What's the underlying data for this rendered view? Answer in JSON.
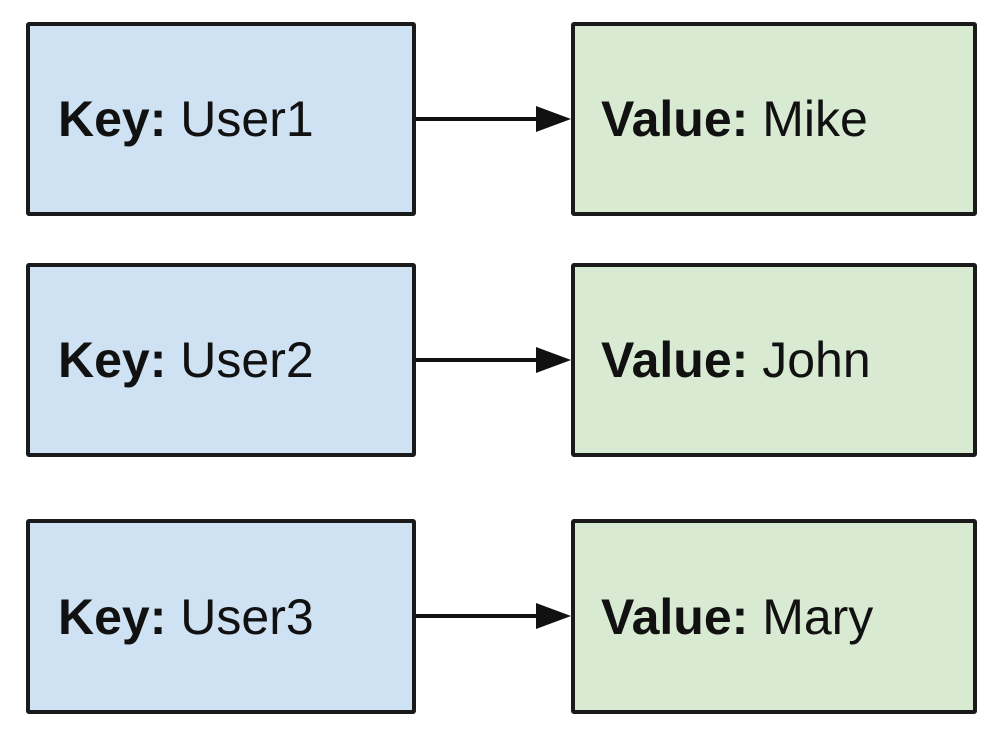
{
  "colors": {
    "key_fill": "#cfe2f3",
    "value_fill": "#d9ead3",
    "stroke": "#1a1a1a"
  },
  "rows": [
    {
      "key_label": "Key:",
      "key": "User1",
      "value_label": "Value:",
      "value": "Mike"
    },
    {
      "key_label": "Key:",
      "key": "User2",
      "value_label": "Value:",
      "value": "John"
    },
    {
      "key_label": "Key:",
      "key": "User3",
      "value_label": "Value:",
      "value": "Mary"
    }
  ]
}
